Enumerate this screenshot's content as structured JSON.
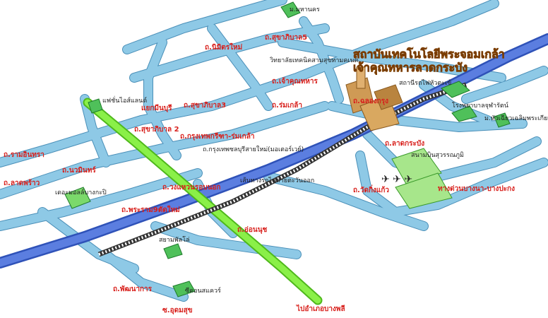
{
  "title": {
    "line1": "สถาบันเทคโนโลยีพระจอมเกล้า",
    "line2": "เจ้าคุณทหารลาดกระบัง"
  },
  "colors": {
    "road": "#8ec9e6",
    "road_edge": "#4a8fb8",
    "expressway": "#4f6fd6",
    "green_route": "#7fe23a",
    "label_red": "#d8201c",
    "building": "#cf9a55"
  },
  "labels": {
    "mahanakhon": "ม.มหานคร",
    "sukhapiban5": "ถ.สุขาภิบาล5",
    "nimitmai": "ถ.นิมิตรใหม่",
    "hospital": "วิทยาลัยเทคนิคสามสุขทามคเนต",
    "chaokhun": "ถ.เจ้าคุณทหาร",
    "station": "สถานีรถไฟหัวตะเข้",
    "fashion": "แฟชั่นไอส์แลนด์",
    "minburi": "แยกมีนบุรี",
    "sukhapiban3": "ถ.สุขาภิบาล3",
    "romklao": "ถ.ร่มเกล้า",
    "chalongkrung": "ถ.ฉลองกรุง",
    "school": "โรงพยาบาลจุฬารัตน์",
    "kingmongkut_hall": "ม.หัวเฉียวเฉลิมพระเกียรติ",
    "sukhapiban2": "ถ.สุขาภิบาล 2",
    "krungthep_kritha": "ถ.กรุงเทพกรีฑา-ร่มเกล้า",
    "motorway": "ถ.กรุงเทพชลบุรีสายใหม่(มอเตอร์เวย์)",
    "ladkrabang": "ถ.ลาดกระบัง",
    "ramintra": "ถ.รามอินทรา",
    "nawamin": "ถ.นวมินทร์",
    "railway": "เส้นทางรถไฟสายตะวันออก",
    "airport": "สนามบินสุวรรณภูมิ",
    "ladprao": "ถ.ลาดพร้าว",
    "themall": "เดอะมอลล์บางกะปิ",
    "kanchanaphisek": "ถ.วงแหวนรอบนอก",
    "kingkaew": "ถ.วัดกิ่งแก้ว",
    "bangna_route": "ทางด่วนบางนา-บางปะกง",
    "rama9": "ถ.พระราม9ตัดใหม่",
    "onnut": "ถ.อ่อนนุช",
    "racecourse": "สยามพัลโล่",
    "phatthanakan": "ถ.พัฒนาการ",
    "seacon": "ซีคอนสแควร์",
    "udomsuk": "ซ.อุดมสุข",
    "bangphli": "ไปอำเภอบางพลี"
  }
}
